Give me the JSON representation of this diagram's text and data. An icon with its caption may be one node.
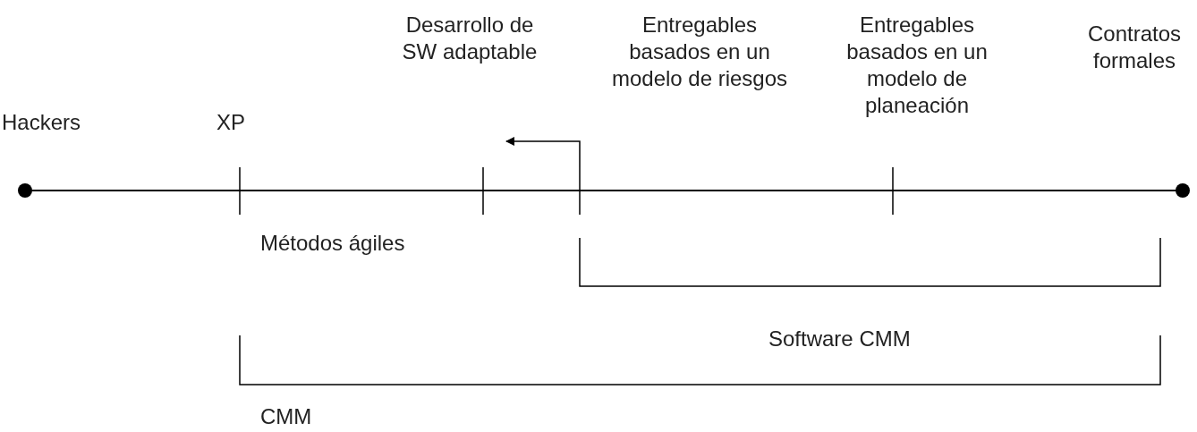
{
  "diagram": {
    "nodes": [
      {
        "text": [
          "Desarrollo de SW adaptable"
        ]
      },
      {
        "text": [
          "Entregables basados en un modelo de riesgos"
        ]
      }
    ],
    "edges": [
      {
        "from": 1,
        "to": 0,
        "arrow": "to"
      }
    ],
    "labels": [
      "Hackers",
      "XP",
      "Entregables basados en un modelo de planeación",
      "Contratos formales",
      "Métodos ágiles",
      "Software CMM",
      "CMM"
    ]
  }
}
